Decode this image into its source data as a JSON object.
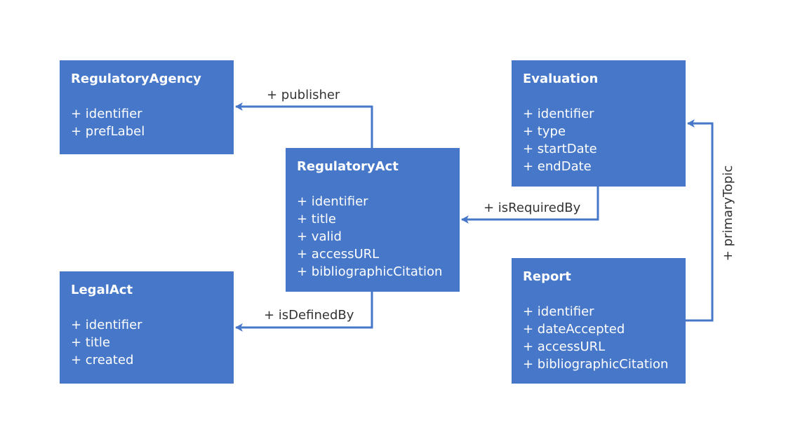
{
  "classes": {
    "regulatory_agency": {
      "name": "RegulatoryAgency",
      "attributes": [
        "+ identifier",
        "+ prefLabel"
      ]
    },
    "regulatory_act": {
      "name": "RegulatoryAct",
      "attributes": [
        "+ identifier",
        "+ title",
        "+ valid",
        "+ accessURL",
        "+ bibliographicCitation"
      ]
    },
    "legal_act": {
      "name": "LegalAct",
      "attributes": [
        "+ identifier",
        "+ title",
        "+ created"
      ]
    },
    "evaluation": {
      "name": "Evaluation",
      "attributes": [
        "+ identifier",
        "+ type",
        "+ startDate",
        "+ endDate"
      ]
    },
    "report": {
      "name": "Report",
      "attributes": [
        "+ identifier",
        "+ dateAccepted",
        "+ accessURL",
        "+ bibliographicCitation"
      ]
    }
  },
  "relations": {
    "publisher": "+ publisher",
    "is_defined_by": "+ isDefinedBy",
    "is_required_by": "+ isRequiredBy",
    "primary_topic": "+ primaryTopic"
  },
  "colors": {
    "box_fill": "#4677c8",
    "connector": "#4677c8",
    "label_text": "#333333"
  }
}
